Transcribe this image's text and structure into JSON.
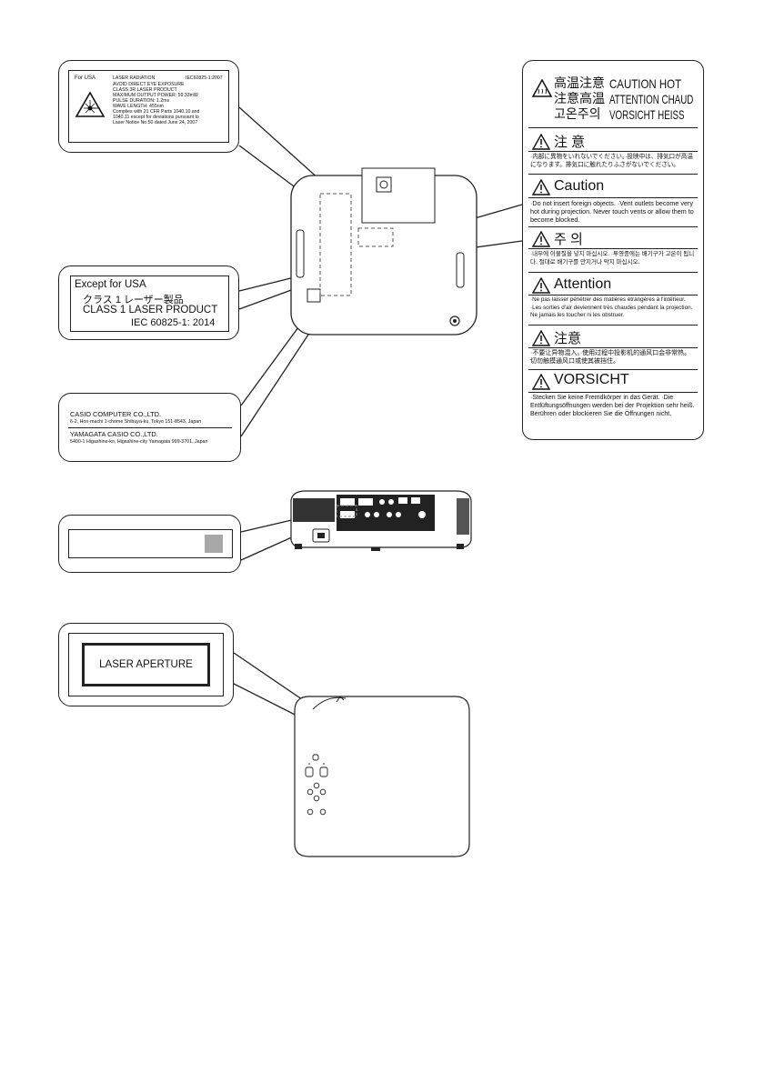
{
  "laser_label_usa": {
    "for_usa": "For USA",
    "laser_radiation": "LASER RADIATION",
    "iec": "IEC60825-1:2007",
    "lines": [
      "AVOID DIRECT EYE EXPOSURE",
      "CLASS 3R LASER PRODUCT",
      "MAXIMUM OUTPUT POWER: 59.33mW",
      "PULSE DURATION: 1.2ms",
      "WAVE LENGTH: 455nm",
      "Complies with 21 CFR Parts 1040.10 and",
      "1040.11 except for deviations pursuant to",
      "Laser Notice No.50 dated June 24, 2007"
    ]
  },
  "laser_label_intl": {
    "title": "Except for USA",
    "jp": "クラス 1 レーザー製品",
    "class": "CLASS 1 LASER PRODUCT",
    "iec": "IEC 60825-1: 2014"
  },
  "company_label": {
    "company1": "CASIO COMPUTER CO.,LTD.",
    "address1": "6-2, Hon-machi 1-chome Shibuya-ku, Tokyo 151-8543, Japan",
    "company2": "YAMAGATA CASIO CO.,LTD.",
    "address2": "5400-1 Higashine-ko, Higashine-city Yamagata 999-3701, Japan"
  },
  "hot_label": {
    "cjk_line1": "高温注意",
    "cjk_line2": "注意高温",
    "cjk_line3": "고온주의",
    "en_line1": "CAUTION HOT",
    "en_line2": "ATTENTION CHAUD",
    "en_line3": "VORSICHT HEISS",
    "sections": [
      {
        "title": "注 意",
        "text": "·内部に異物をいれないでください。·投映中は、排気口が高温になります。排気口に触れたりふさがないでください。"
      },
      {
        "title": "Caution",
        "text": "·Do not insert foreign objects. ·Vent outlets become very hot during projection. Never touch vents or allow them to become blocked."
      },
      {
        "title": "주 의",
        "text": "·내부에 이물질을 넣지 마십시오. ·투영중에는 배기구가 고온이 됩니다. 절대로 배기구를 만지거나 막지 마십시오."
      },
      {
        "title": "Attention",
        "text": "·Ne pas laisser pénétrer des matières étrangères à l'intérieur. ·Les sorties d'air deviennent très chaudes pendant la projection. Ne jamais les toucher ni les obstruer."
      },
      {
        "title": "注意",
        "text": "·不要让异物混入。·使用过程中投影机的通风口会非常热。切勿触摸通风口或使其被挡住。"
      },
      {
        "title": "VORSICHT",
        "text": "·Stecken Sie keine Fremdkörper in das Gerät. ·Die Entlüftungsöffnungen werden bei der Projektion sehr heiß. Berühren oder blockieren Sie die Öffnungen nicht."
      }
    ]
  },
  "aperture_label": {
    "text": "LASER APERTURE"
  },
  "colors": {
    "line": "#222222",
    "gray_patch": "#a8a8a8",
    "dashed": "#555555"
  }
}
